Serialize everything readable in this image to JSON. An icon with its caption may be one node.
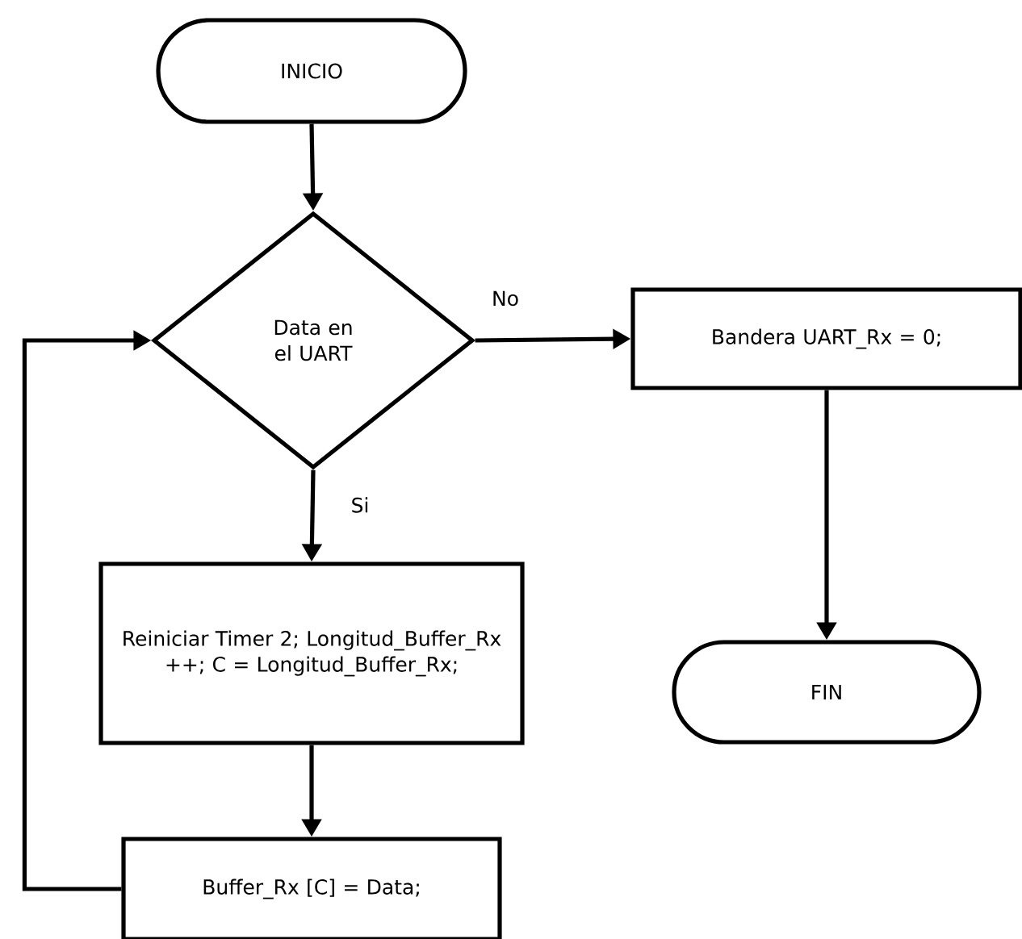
{
  "diagram": {
    "nodes": [
      {
        "text": [
          "INICIO"
        ]
      },
      {
        "text": [
          "Data en el UART"
        ]
      },
      {
        "text": [
          "Bandera UART_Rx = 0;"
        ]
      },
      {
        "text": [
          "Reiniciar Timer 2; Longitud_Buffer_Rx ++; C = Longitud_Buffer_Rx;"
        ]
      },
      {
        "text": [
          "Buffer_Rx [C] = Data;"
        ]
      },
      {
        "text": [
          "FIN"
        ]
      }
    ],
    "edges": [
      {
        "from": 0,
        "to": 1,
        "arrow": "to"
      },
      {
        "from": 1,
        "to": 2,
        "arrow": "to",
        "label": "No"
      },
      {
        "from": 1,
        "to": 3,
        "arrow": "to",
        "label": "Si"
      },
      {
        "from": 3,
        "to": 4,
        "arrow": "to"
      },
      {
        "from": 4,
        "to": 1,
        "arrow": "to"
      },
      {
        "from": 2,
        "to": 5,
        "arrow": "to"
      }
    ]
  }
}
